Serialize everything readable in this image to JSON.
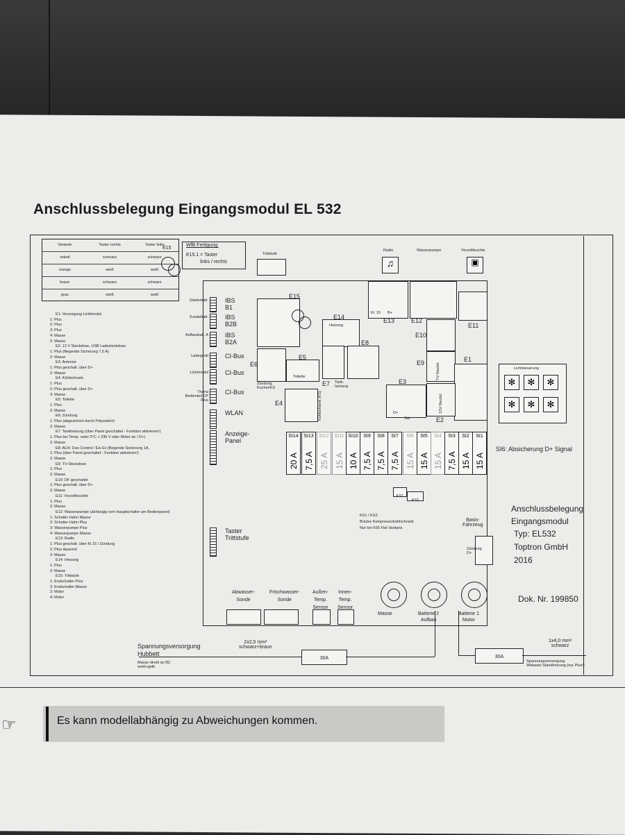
{
  "title": "Anschlussbelegung Eingangsmodul EL 532",
  "note": "Es kann modellabhängig zu Abweichungen kommen.",
  "icons": {
    "hand": "pointing-hand-icon"
  },
  "wfb": {
    "heading": "WfB Fertigung:",
    "line1": "E15.1 = Taster",
    "line2": "links / rechts"
  },
  "legend_left": [
    "E1: Versorgung Lichtmodul",
    "1: Plus",
    "2: Plus",
    "3: Plus",
    "4: Masse",
    "5: Masse",
    "E2: 12 V Steckdose, USB Ladesteckdose",
    "1: Plus (fliegende Sicherung 7,5 A)",
    "2: Masse",
    "E3: Antenne",
    "1: Plus geschalt. über D+",
    "2: Masse",
    "E4: Kühlschrank",
    "1: Plus",
    "2: Plus geschalt. über D+",
    "3: Masse",
    "E5: Toilette",
    "1: Plus",
    "2: Masse",
    "E6: Zündung",
    "1: Plus (abgesichert durch Polyswitch)",
    "2: Masse",
    "E7: Tankheizung (über Panel geschaltet - Funktion aktivieren!)",
    "1: Plus bei Temp. unter 5°C + 230 V oder Motor an / D+)",
    "2: Masse",
    "E8: AUX: Duo Control / Eis Ex (fliegende Sicherung 1A,",
    "1: Plus (über Panel geschaltet - Funktion aktivieren!)",
    "2: Masse",
    "E9: TV-Steckdose",
    "1: Plus",
    "2: Masse",
    "E10: DF geschaltet",
    "1: Plus geschalt. über D+",
    "2: Masse",
    "E11: Vorzeltleuchte",
    "1: Plus",
    "2: Masse",
    "E12: Wasserpumpe (abhängig vom Hauptschalter am Bedienpanel)",
    "1: Schalter Hahn Masse",
    "2: Schalter Hahn Plus",
    "3: Wasserpumpe Plus",
    "4: Wasserpumpe Masse",
    "E13: Radio",
    "1: Plus geschalt. über Kl.15 / Zündung",
    "2: Plus dauernd",
    "3: Masse",
    "E14: Heizung",
    "1: Plus",
    "2: Masse",
    "E15: Trittstufe",
    "1: Endschalter Plus",
    "2: Endschalter Masse",
    "3: Motor",
    "4: Motor"
  ],
  "left_connectors": [
    {
      "small": "Starterbatt.",
      "big": "IBS\nB1"
    },
    {
      "small": "Zusatzbatt.",
      "big": "IBS\nB2B"
    },
    {
      "small": "Aufbaubatt. A",
      "big": "IBS\nB2A"
    },
    {
      "small": "Ladegerät",
      "big": "CI-Bus"
    },
    {
      "small": "Lichtmodul",
      "big": "CI-Bus"
    },
    {
      "small": "Truma Bedienteil CP Plus",
      "big": "CI-Bus"
    },
    {
      "small": "",
      "big": "WLAN"
    },
    {
      "small": "",
      "big": "Anzeige-\nPanel"
    },
    {
      "small": "",
      "big": "Taster\nTrittstufe"
    }
  ],
  "modules": {
    "e15": "E15",
    "e15_label": "Trittstufe",
    "e14": "E14",
    "e14_label": "Heizung",
    "e13": "E13",
    "e12": "E12",
    "e11": "E11",
    "e10": "E10",
    "e9": "E9",
    "e1": "E1",
    "e8": "E8",
    "e7": "E7",
    "e6": "E6",
    "e5": "E5",
    "e4": "E4",
    "e3": "E3",
    "e2": "E2",
    "radio": "Radio",
    "wasserpumpe": "Wasserpumpe",
    "vorzeltleuchte": "Vorzeltleuchte",
    "lichtsteuerung": "Lichtsteuerung",
    "tankheizung": "Tank-\nheizung",
    "zuendung": "Zündung\nKocher/KS",
    "toilette": "Toilette",
    "sat": "Sat",
    "kuehlschrank": "Kühlschrank (KS)",
    "tv": "TV-Steckd.",
    "v12": "12V-Steckd.",
    "kl15": "Kl. 15",
    "bplus": "B+",
    "dplus": "D+"
  },
  "fuses": [
    {
      "name": "SI14",
      "value": "20 A",
      "dim": false
    },
    {
      "name": "SI13",
      "value": "7,5 A",
      "dim": false
    },
    {
      "name": "SI12",
      "value": "25 A",
      "dim": true
    },
    {
      "name": "SI11",
      "value": "15 A",
      "dim": true
    },
    {
      "name": "SI10",
      "value": "10 A",
      "dim": false
    },
    {
      "name": "SI9",
      "value": "7,5 A",
      "dim": false
    },
    {
      "name": "SI8",
      "value": "7,5 A",
      "dim": false
    },
    {
      "name": "SI7",
      "value": "7,5 A",
      "dim": false
    },
    {
      "name": "SI6",
      "value": "15 A",
      "dim": true
    },
    {
      "name": "SI5",
      "value": "15 A",
      "dim": false
    },
    {
      "name": "SI4",
      "value": "15 A",
      "dim": true
    },
    {
      "name": "SI3",
      "value": "7,5 A",
      "dim": false
    },
    {
      "name": "SI2",
      "value": "15 A",
      "dim": false
    },
    {
      "name": "SI1",
      "value": "15 A",
      "dim": false
    }
  ],
  "si6_note": "SI6: Absicherung D+ Signal",
  "ks": {
    "ks1": "KS1",
    "ks2": "KS2",
    "text1": "KS1 / KS2:",
    "text2": "Brücke Kompressorkühlschrank",
    "text3": "Nur bei K55 Fiat Vantana"
  },
  "basis": "Basis-\nFahrzeug",
  "zuendung_small": "Zündung\nD+",
  "info_block": {
    "l1": "Anschlussbelegung",
    "l2": "Eingangsmodul",
    "l3": "Typ: EL532",
    "l4": "Toptron GmbH",
    "l5": "2016"
  },
  "dok": "Dok. Nr. 199850",
  "bottom_connectors": [
    {
      "label": "Abwasser-\nSonde"
    },
    {
      "label": "Frischwasser-\nSonde"
    },
    {
      "label": "Außen-\nTemp.\nSensor"
    },
    {
      "label": "Innen-\nTemp.\nSensor"
    }
  ],
  "batteries": [
    {
      "label": "Masse"
    },
    {
      "label": "Batterie 2\nAufbau"
    },
    {
      "label": "Batterie 1\nMotor"
    }
  ],
  "power": {
    "label1": "Spannungsversorgung\nHubbett",
    "label1b": "Masse direkt an B2\nweiß+gelb",
    "cable1": "2x2,5 mm²\nschwarz+braun",
    "fuse1": "30A",
    "fuse2": "30A",
    "cable2": "1x4,0 mm²\nschwarz",
    "label2": "Spannungsversorgung\nWebasto Standheizung (nur Plus!)"
  },
  "mini_table": {
    "headers": [
      "Variante",
      "Taster rechts",
      "Taster links"
    ],
    "rows": [
      [
        "violett",
        "schwarz",
        "schwarz"
      ],
      [
        "orange",
        "weiß",
        "weiß"
      ],
      [
        "braun",
        "schwarz",
        "schwarz"
      ],
      [
        "grau",
        "weiß",
        "weiß"
      ]
    ]
  }
}
